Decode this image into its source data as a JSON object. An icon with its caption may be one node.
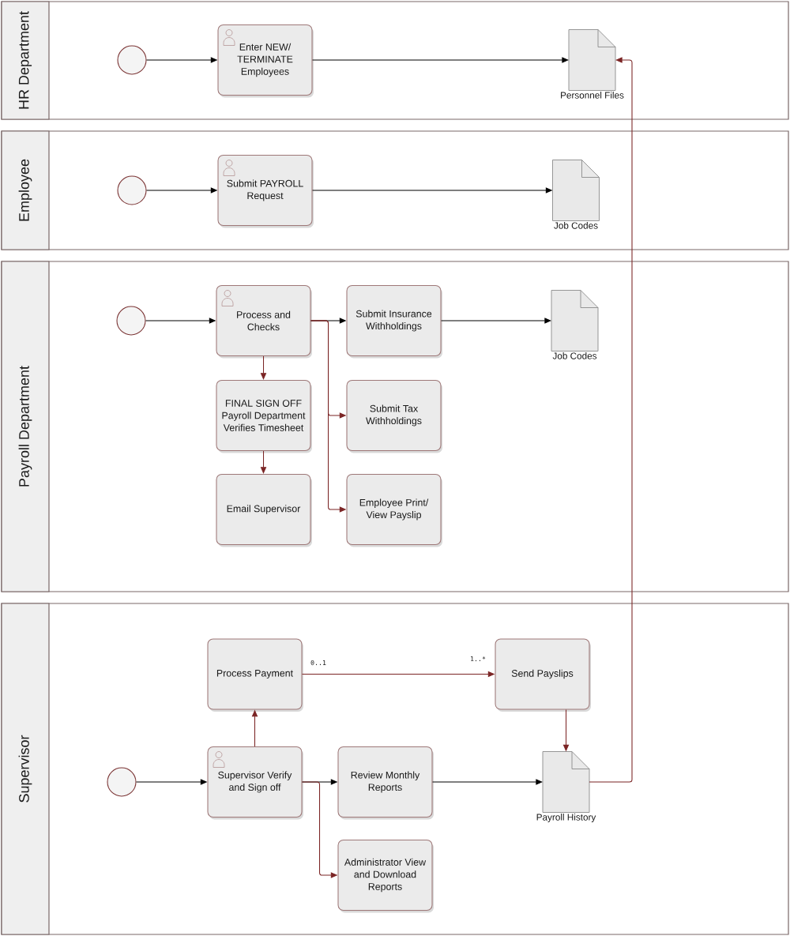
{
  "diagram": {
    "nodes": [
      {
        "text": [
          "HR Department"
        ]
      },
      {
        "text": [],
        "shape": "circle",
        "in": 0
      },
      {
        "text": [
          "Enter NEW/ TERMINATE Employees"
        ],
        "in": 0
      },
      {
        "text": [
          "Personnel Files"
        ],
        "in": 0
      },
      {
        "text": [
          "Employee"
        ]
      },
      {
        "text": [],
        "shape": "circle",
        "in": 4
      },
      {
        "text": [
          "Submit PAYROLL Request"
        ],
        "in": 4
      },
      {
        "text": [
          "Job Codes"
        ],
        "in": 4
      },
      {
        "text": [
          "Payroll Department"
        ]
      },
      {
        "text": [],
        "shape": "circle",
        "in": 8
      },
      {
        "text": [
          "Process and Checks"
        ],
        "in": 8
      },
      {
        "text": [
          "Submit Insurance Withholdings"
        ],
        "in": 8
      },
      {
        "text": [
          "Job Codes"
        ],
        "in": 8
      },
      {
        "text": [
          "FINAL SIGN OFF Payroll Department Verifies Timesheet"
        ],
        "in": 8
      },
      {
        "text": [
          "Submit Tax Withholdings"
        ],
        "in": 8
      },
      {
        "text": [
          "Email Supervisor"
        ],
        "in": 8
      },
      {
        "text": [
          "Employee Print/ View Payslip"
        ],
        "in": 8
      },
      {
        "text": [
          "Supervisor"
        ]
      },
      {
        "text": [
          "Process Payment"
        ],
        "in": 17
      },
      {
        "text": [
          "Send Payslips"
        ],
        "in": 17
      },
      {
        "text": [],
        "shape": "circle",
        "in": 17
      },
      {
        "text": [
          "Supervisor Verify and Sign off"
        ],
        "in": 17
      },
      {
        "text": [
          "Review Monthly Reports"
        ],
        "in": 17
      },
      {
        "text": [
          "Payroll History"
        ],
        "in": 17
      },
      {
        "text": [
          "Administrator View and Download Reports"
        ],
        "in": 17
      }
    ],
    "edges": [
      {
        "from": 1,
        "to": 2,
        "arrow": "to"
      },
      {
        "from": 2,
        "to": 3,
        "arrow": "to"
      },
      {
        "from": 5,
        "to": 6,
        "arrow": "to"
      },
      {
        "from": 6,
        "to": 7,
        "arrow": "to"
      },
      {
        "from": 9,
        "to": 10,
        "arrow": "to"
      },
      {
        "from": 10,
        "to": 11,
        "arrow": "to"
      },
      {
        "from": 11,
        "to": 12,
        "arrow": "to"
      },
      {
        "from": 10,
        "to": 13,
        "arrow": "to",
        "color": "#7b2525"
      },
      {
        "from": 10,
        "to": 14,
        "arrow": "to",
        "color": "#7b2525"
      },
      {
        "from": 10,
        "to": 16,
        "arrow": "to",
        "color": "#7b2525"
      },
      {
        "from": 13,
        "to": 15,
        "arrow": "to",
        "color": "#7b2525"
      },
      {
        "from": 20,
        "to": 21,
        "arrow": "to"
      },
      {
        "from": 21,
        "to": 18,
        "arrow": "to",
        "color": "#7b2525"
      },
      {
        "from": 18,
        "to": 19,
        "arrow": "to",
        "color": "#7b2525"
      },
      {
        "from": 21,
        "to": 22,
        "arrow": "to"
      },
      {
        "from": 21,
        "to": 24,
        "arrow": "to",
        "color": "#7b2525"
      },
      {
        "from": 22,
        "to": 23,
        "arrow": "to"
      },
      {
        "from": 19,
        "to": 23,
        "arrow": "to",
        "color": "#7b2525"
      },
      {
        "from": 23,
        "to": 3,
        "arrow": "to",
        "color": "#7b2525"
      }
    ],
    "labels": [
      "0..1",
      "1..*"
    ]
  }
}
